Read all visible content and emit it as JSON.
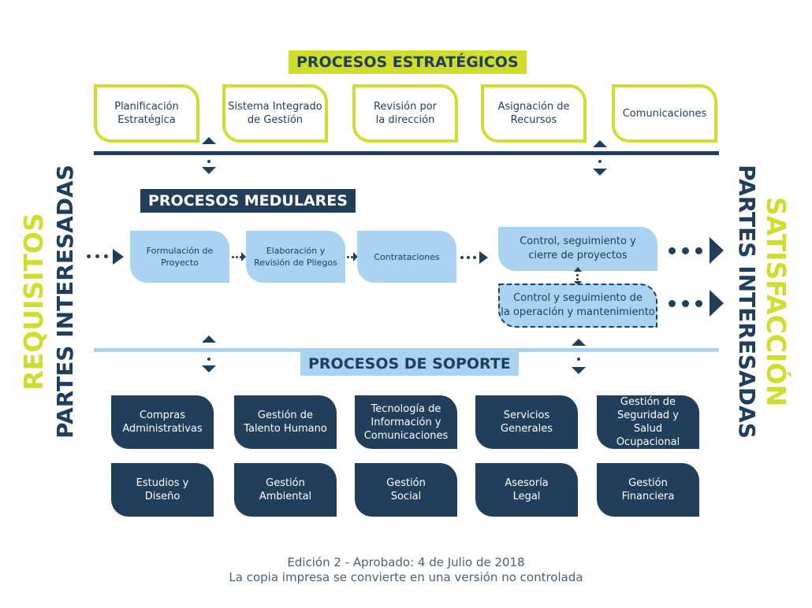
{
  "strategic": {
    "title": "PROCESOS ESTRATÉGICOS",
    "boxes": [
      {
        "line1": "Planificación",
        "line2": "Estratégica"
      },
      {
        "line1": "Sistema Integrado",
        "line2": "de Gestión"
      },
      {
        "line1": "Revisión por",
        "line2": "la dirección"
      },
      {
        "line1": "Asignación de",
        "line2": "Recursos"
      },
      {
        "line1": "Comunicaciones",
        "line2": ""
      }
    ]
  },
  "core": {
    "title": "PROCESOS MEDULARES",
    "boxes": [
      {
        "line1": "Formulación de",
        "line2": "Proyecto"
      },
      {
        "line1": "Elaboración y",
        "line2": "Revisión de Pliegos"
      },
      {
        "line1": "Contrataciones",
        "line2": ""
      },
      {
        "line1": "Control, seguimiento y",
        "line2": "cierre de proyectos"
      },
      {
        "line1": "Control y seguimiento de",
        "line2": "la operación y mantenimiento"
      }
    ]
  },
  "support": {
    "title": "PROCESOS DE SOPORTE",
    "row1": [
      {
        "line1": "Compras",
        "line2": "Administrativas",
        "line3": ""
      },
      {
        "line1": "Gestión de",
        "line2": "Talento Humano",
        "line3": ""
      },
      {
        "line1": "Tecnología de",
        "line2": "Información y",
        "line3": "Comunicaciones"
      },
      {
        "line1": "Servicios",
        "line2": "Generales",
        "line3": ""
      },
      {
        "line1": "Gestión de",
        "line2": "Seguridad y Salud",
        "line3": "Ocupacional"
      }
    ],
    "row2": [
      {
        "line1": "Estudios y",
        "line2": "Diseño"
      },
      {
        "line1": "Gestión",
        "line2": "Ambiental"
      },
      {
        "line1": "Gestión",
        "line2": "Social"
      },
      {
        "line1": "Asesoría",
        "line2": "Legal"
      },
      {
        "line1": "Gestión",
        "line2": "Financiera"
      }
    ]
  },
  "left_side": {
    "word1": "REQUISITOS",
    "word2": "PARTES INTERESADAS"
  },
  "right_side": {
    "word1": "SATISFACCIÓN",
    "word2": "PARTES INTERESADAS"
  },
  "footer": {
    "line1": "Edición 2 - Aprobado: 4 de Julio de 2018",
    "line2": "La copia impresa se convierte en una versión no controlada"
  },
  "colors": {
    "lime": "#cedd2e",
    "navy": "#213e5a",
    "light_blue": "#a9d3f0"
  }
}
